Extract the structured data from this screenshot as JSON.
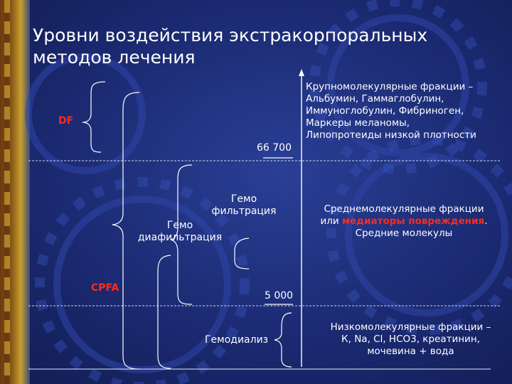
{
  "title": [
    "Уровни воздействия экстракорпоральных",
    "методов лечения"
  ],
  "labels": {
    "df": "DF",
    "cpfa": "CPFA",
    "gemo_filtration": [
      "Гемо",
      "фильтрация"
    ],
    "gemo_diafiltration": [
      "Гемо",
      "диафильтрация"
    ],
    "hemodialysis": "Гемодиализ",
    "threshold_high": "66 700",
    "threshold_low": "5 000"
  },
  "fractions": {
    "large": [
      "Крупномолекулярные фракции –",
      "Альбумин, Гаммаглобулин,",
      "Иммуноглобулин, Фибриноген,",
      "Маркеры меланомы,",
      "Липопротеиды низкой плотности"
    ],
    "middle_line1": "Среднемолекулярные фракции",
    "middle_prefix": "или ",
    "middle_highlight": "медиаторы повреждения",
    "middle_suffix": ".",
    "middle_line3": "Средние молекулы",
    "small": [
      "Низкомолекулярные фракции –",
      "К, Na, Cl, HCO3, креатинин,",
      "мочевина + вода"
    ]
  },
  "colors": {
    "background": "#1b2a72",
    "text": "#ffffff",
    "highlight": "#ff2a1a"
  }
}
